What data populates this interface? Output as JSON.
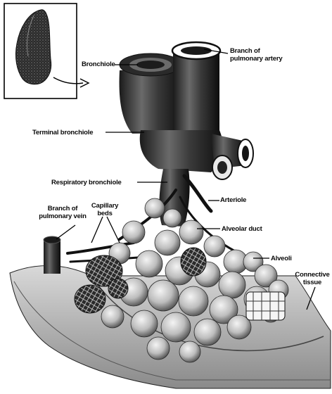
{
  "labels": {
    "bronchiole": "Bronchiole",
    "pulmonary_artery_line1": "Branch of",
    "pulmonary_artery_line2": "pulmonary artery",
    "terminal_bronchiole": "Terminal bronchiole",
    "respiratory_bronchiole": "Respiratory bronchiole",
    "arteriole": "Arteriole",
    "pulmonary_vein_line1": "Branch of",
    "pulmonary_vein_line2": "pulmonary vein",
    "capillary_line1": "Capillary",
    "capillary_line2": "beds",
    "alveolar_duct": "Alveolar duct",
    "alveoli": "Alveoli",
    "connective_line1": "Connective",
    "connective_line2": "tissue"
  }
}
